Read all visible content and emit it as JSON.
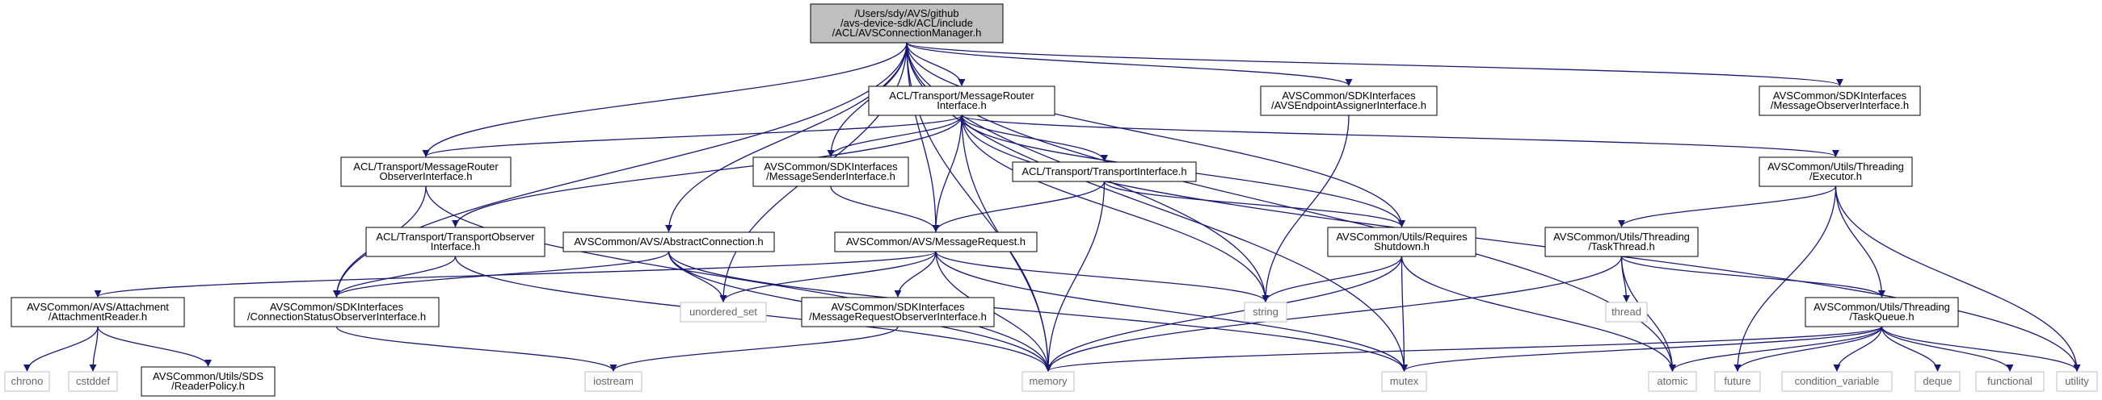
{
  "graph": {
    "nodes": [
      {
        "id": "root",
        "lines": [
          "/Users/sdy/AVS/github",
          "/avs-device-sdk/ACL/include",
          "/ACL/AVSConnectionManager.h"
        ],
        "kind": "root"
      },
      {
        "id": "mrIface",
        "lines": [
          "ACL/Transport/MessageRouter",
          "Interface.h"
        ],
        "kind": "header"
      },
      {
        "id": "endpointAssigner",
        "lines": [
          "AVSCommon/SDKInterfaces",
          "/AVSEndpointAssignerInterface.h"
        ],
        "kind": "header"
      },
      {
        "id": "msgObserver",
        "lines": [
          "AVSCommon/SDKInterfaces",
          "/MessageObserverInterface.h"
        ],
        "kind": "header"
      },
      {
        "id": "mrObserver",
        "lines": [
          "ACL/Transport/MessageRouter",
          "ObserverInterface.h"
        ],
        "kind": "header"
      },
      {
        "id": "msgSender",
        "lines": [
          "AVSCommon/SDKInterfaces",
          "/MessageSenderInterface.h"
        ],
        "kind": "header"
      },
      {
        "id": "transport",
        "lines": [
          "ACL/Transport/TransportInterface.h"
        ],
        "kind": "header"
      },
      {
        "id": "executor",
        "lines": [
          "AVSCommon/Utils/Threading",
          "/Executor.h"
        ],
        "kind": "header"
      },
      {
        "id": "transportObs",
        "lines": [
          "ACL/Transport/TransportObserver",
          "Interface.h"
        ],
        "kind": "header"
      },
      {
        "id": "abstractConn",
        "lines": [
          "AVSCommon/AVS/AbstractConnection.h"
        ],
        "kind": "header"
      },
      {
        "id": "msgRequest",
        "lines": [
          "AVSCommon/AVS/MessageRequest.h"
        ],
        "kind": "header"
      },
      {
        "id": "reqShutdown",
        "lines": [
          "AVSCommon/Utils/Requires",
          "Shutdown.h"
        ],
        "kind": "header"
      },
      {
        "id": "taskThread",
        "lines": [
          "AVSCommon/Utils/Threading",
          "/TaskThread.h"
        ],
        "kind": "header"
      },
      {
        "id": "attachReader",
        "lines": [
          "AVSCommon/AVS/Attachment",
          "/AttachmentReader.h"
        ],
        "kind": "header"
      },
      {
        "id": "connStatusObs",
        "lines": [
          "AVSCommon/SDKInterfaces",
          "/ConnectionStatusObserverInterface.h"
        ],
        "kind": "header"
      },
      {
        "id": "unorderedSet",
        "lines": [
          "unordered_set"
        ],
        "kind": "system"
      },
      {
        "id": "msgReqObs",
        "lines": [
          "AVSCommon/SDKInterfaces",
          "/MessageRequestObserverInterface.h"
        ],
        "kind": "header"
      },
      {
        "id": "string",
        "lines": [
          "string"
        ],
        "kind": "system"
      },
      {
        "id": "thread",
        "lines": [
          "thread"
        ],
        "kind": "system"
      },
      {
        "id": "taskQueue",
        "lines": [
          "AVSCommon/Utils/Threading",
          "/TaskQueue.h"
        ],
        "kind": "header"
      },
      {
        "id": "chrono",
        "lines": [
          "chrono"
        ],
        "kind": "system"
      },
      {
        "id": "cstddef",
        "lines": [
          "cstddef"
        ],
        "kind": "system"
      },
      {
        "id": "readerPolicy",
        "lines": [
          "AVSCommon/Utils/SDS",
          "/ReaderPolicy.h"
        ],
        "kind": "header"
      },
      {
        "id": "iostream",
        "lines": [
          "iostream"
        ],
        "kind": "system"
      },
      {
        "id": "memory",
        "lines": [
          "memory"
        ],
        "kind": "system"
      },
      {
        "id": "mutex",
        "lines": [
          "mutex"
        ],
        "kind": "system"
      },
      {
        "id": "atomic",
        "lines": [
          "atomic"
        ],
        "kind": "system"
      },
      {
        "id": "future",
        "lines": [
          "future"
        ],
        "kind": "system"
      },
      {
        "id": "condVar",
        "lines": [
          "condition_variable"
        ],
        "kind": "system"
      },
      {
        "id": "deque",
        "lines": [
          "deque"
        ],
        "kind": "system"
      },
      {
        "id": "functional",
        "lines": [
          "functional"
        ],
        "kind": "system"
      },
      {
        "id": "utility",
        "lines": [
          "utility"
        ],
        "kind": "system"
      }
    ],
    "edges": [
      [
        "root",
        "mrIface"
      ],
      [
        "root",
        "endpointAssigner"
      ],
      [
        "root",
        "msgObserver"
      ],
      [
        "root",
        "mrObserver"
      ],
      [
        "root",
        "msgSender"
      ],
      [
        "root",
        "abstractConn"
      ],
      [
        "root",
        "msgRequest"
      ],
      [
        "root",
        "reqShutdown"
      ],
      [
        "root",
        "connStatusObs"
      ],
      [
        "root",
        "unorderedSet"
      ],
      [
        "root",
        "string"
      ],
      [
        "root",
        "memory"
      ],
      [
        "root",
        "mutex"
      ],
      [
        "root",
        "atomic"
      ],
      [
        "mrIface",
        "mrObserver"
      ],
      [
        "mrIface",
        "msgSender"
      ],
      [
        "mrIface",
        "transport"
      ],
      [
        "mrIface",
        "executor"
      ],
      [
        "mrIface",
        "transportObs"
      ],
      [
        "mrIface",
        "msgRequest"
      ],
      [
        "mrIface",
        "reqShutdown"
      ],
      [
        "mrIface",
        "string"
      ],
      [
        "mrIface",
        "memory"
      ],
      [
        "mrIface",
        "utility"
      ],
      [
        "endpointAssigner",
        "string"
      ],
      [
        "mrObserver",
        "connStatusObs"
      ],
      [
        "mrObserver",
        "memory"
      ],
      [
        "msgSender",
        "msgRequest"
      ],
      [
        "transport",
        "msgRequest"
      ],
      [
        "transport",
        "reqShutdown"
      ],
      [
        "transport",
        "memory"
      ],
      [
        "executor",
        "taskThread"
      ],
      [
        "executor",
        "taskQueue"
      ],
      [
        "executor",
        "future"
      ],
      [
        "executor",
        "utility"
      ],
      [
        "transportObs",
        "connStatusObs"
      ],
      [
        "transportObs",
        "memory"
      ],
      [
        "abstractConn",
        "connStatusObs"
      ],
      [
        "abstractConn",
        "unorderedSet"
      ],
      [
        "abstractConn",
        "memory"
      ],
      [
        "abstractConn",
        "mutex"
      ],
      [
        "msgRequest",
        "attachReader"
      ],
      [
        "msgRequest",
        "msgReqObs"
      ],
      [
        "msgRequest",
        "unorderedSet"
      ],
      [
        "msgRequest",
        "string"
      ],
      [
        "msgRequest",
        "memory"
      ],
      [
        "msgRequest",
        "mutex"
      ],
      [
        "reqShutdown",
        "string"
      ],
      [
        "reqShutdown",
        "memory"
      ],
      [
        "reqShutdown",
        "mutex"
      ],
      [
        "reqShutdown",
        "atomic"
      ],
      [
        "taskThread",
        "thread"
      ],
      [
        "taskThread",
        "taskQueue"
      ],
      [
        "taskThread",
        "atomic"
      ],
      [
        "taskThread",
        "memory"
      ],
      [
        "attachReader",
        "chrono"
      ],
      [
        "attachReader",
        "cstddef"
      ],
      [
        "attachReader",
        "readerPolicy"
      ],
      [
        "connStatusObs",
        "iostream"
      ],
      [
        "msgReqObs",
        "iostream"
      ],
      [
        "taskQueue",
        "memory"
      ],
      [
        "taskQueue",
        "mutex"
      ],
      [
        "taskQueue",
        "atomic"
      ],
      [
        "taskQueue",
        "future"
      ],
      [
        "taskQueue",
        "condVar"
      ],
      [
        "taskQueue",
        "deque"
      ],
      [
        "taskQueue",
        "functional"
      ],
      [
        "taskQueue",
        "utility"
      ]
    ]
  },
  "colors": {
    "edge": "#191970",
    "root_fill": "#bfbfbf",
    "node_border": "#000000",
    "system_border": "#bfbfbf",
    "system_text": "#666666"
  }
}
